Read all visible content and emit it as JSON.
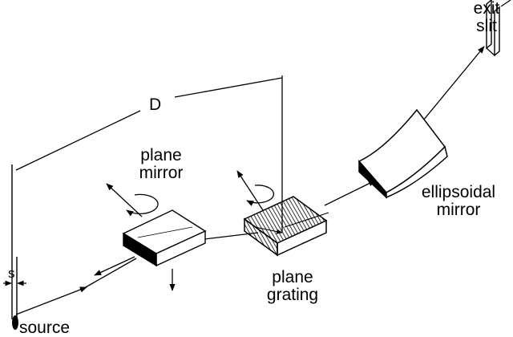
{
  "labels": {
    "exit_slit": [
      "exit",
      "slit"
    ],
    "distance": "D",
    "plane_mirror": [
      "plane",
      "mirror"
    ],
    "plane_grating": [
      "plane",
      "grating"
    ],
    "ellipsoidal_mirror": [
      "ellipsoidal",
      "mirror"
    ],
    "slit_width": "s",
    "source": "source"
  },
  "colors": {
    "ink": "#000000",
    "background": "#ffffff"
  }
}
